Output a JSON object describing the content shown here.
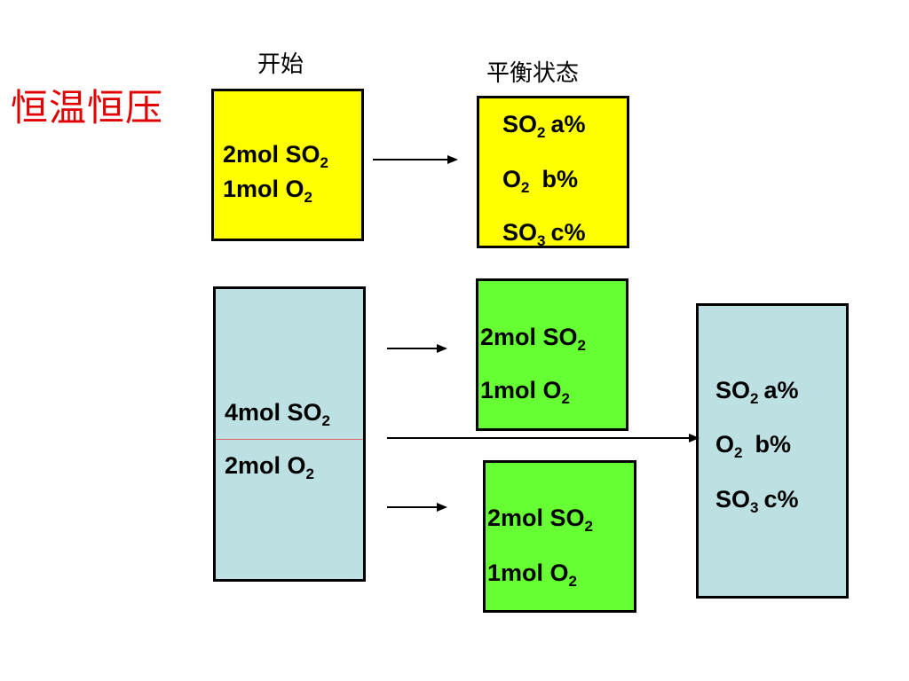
{
  "labels": {
    "start": "开始",
    "equilibrium": "平衡状态",
    "condition": "恒温恒压"
  },
  "colors": {
    "yellow_box": "#ffff00",
    "green_box": "#66ff33",
    "blue_box": "#bde0e2",
    "condition_text": "#e00000",
    "divider": "#e06666"
  },
  "top_start": {
    "so2_amount": "2mol SO",
    "so2_sub": "2",
    "o2_amount": "1mol O",
    "o2_sub": "2"
  },
  "top_eq": {
    "so2": "SO",
    "so2_sub": "2",
    "so2_pct": "a%",
    "o2": "O",
    "o2_sub": "2",
    "o2_pct": "b%",
    "so3": "SO",
    "so3_sub": "3",
    "so3_pct": "c%"
  },
  "bottom_start": {
    "so2_amount": "4mol SO",
    "so2_sub": "2",
    "o2_amount": "2mol O",
    "o2_sub": "2"
  },
  "green_upper": {
    "so2_amount": "2mol SO",
    "so2_sub": "2",
    "o2_amount": "1mol O",
    "o2_sub": "2"
  },
  "green_lower": {
    "so2_amount": "2mol SO",
    "so2_sub": "2",
    "o2_amount": "1mol O",
    "o2_sub": "2"
  },
  "bottom_eq": {
    "so2": "SO",
    "so2_sub": "2",
    "so2_pct": "a%",
    "o2": "O",
    "o2_sub": "2",
    "o2_pct": "b%",
    "so3": "SO",
    "so3_sub": "3",
    "so3_pct": "c%"
  }
}
